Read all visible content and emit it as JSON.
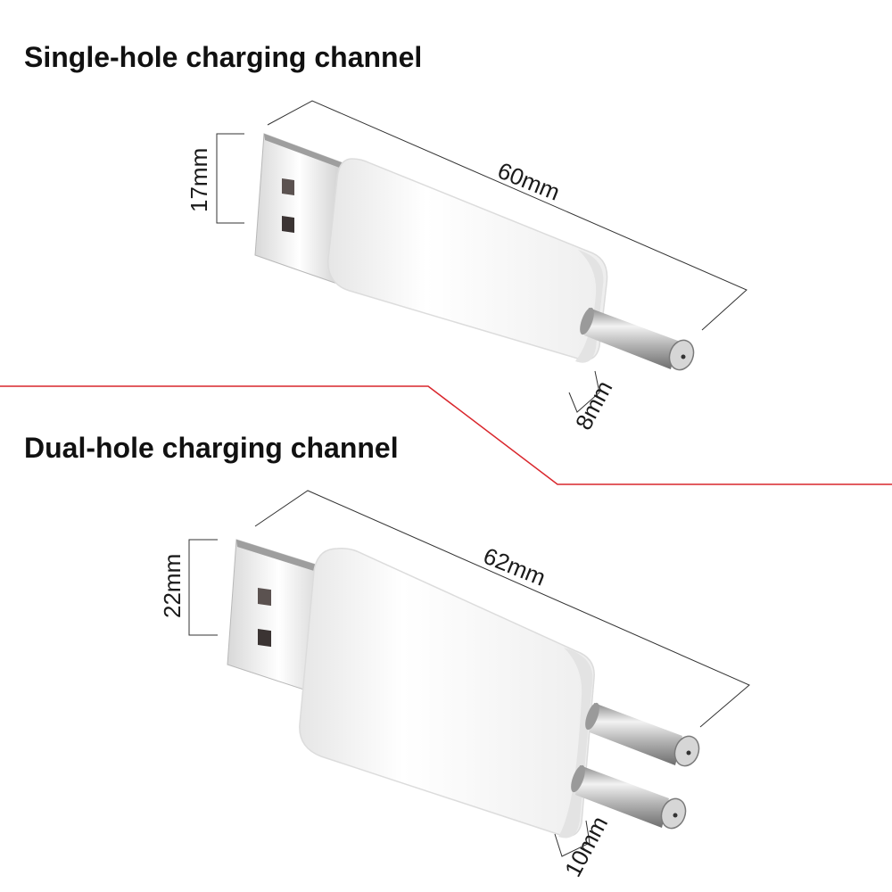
{
  "sections": {
    "single": {
      "title": "Single-hole charging channel",
      "length": "60mm",
      "height": "17mm",
      "pin": "8mm"
    },
    "dual": {
      "title": "Dual-hole charging channel",
      "length": "62mm",
      "height": "22mm",
      "pin": "10mm"
    }
  },
  "colors": {
    "divider": "#d9262c",
    "body": "#f4f4f4",
    "metal": "#c9c9c9"
  }
}
